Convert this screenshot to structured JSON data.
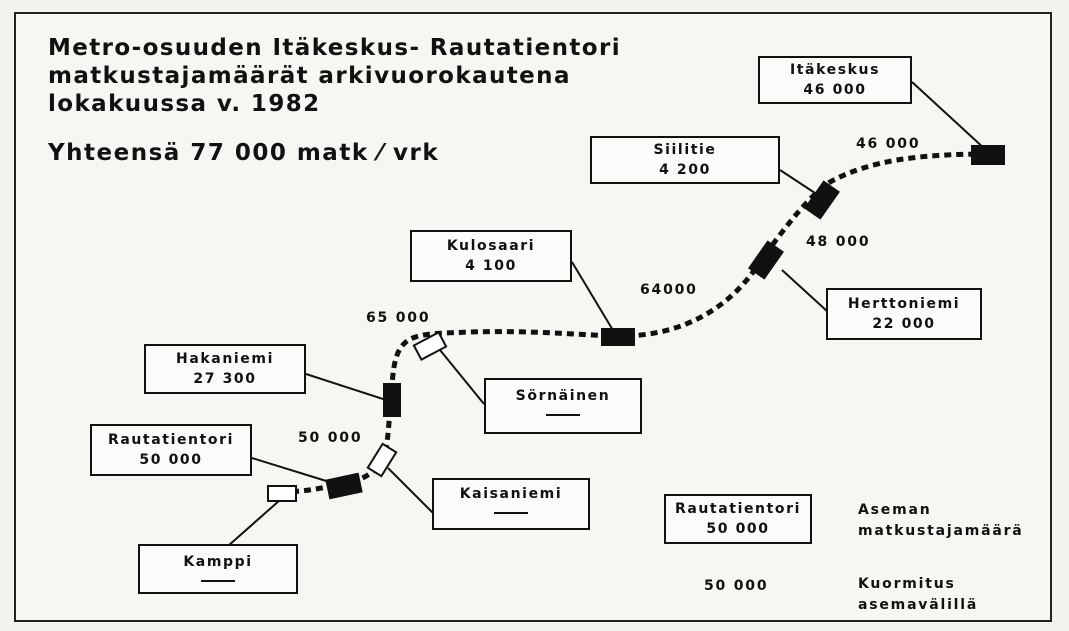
{
  "title": {
    "line1": "Metro-osuuden Itäkeskus- Rautatientori",
    "line2": "matkustajamäärät arkivuorokautena",
    "line3": "lokakuussa  v. 1982"
  },
  "total": "Yhteensä  77 000 matk ⁄ vrk",
  "stations": {
    "itakeskus": {
      "name": "Itäkeskus",
      "value": "46 000"
    },
    "siilitie": {
      "name": "Siilitie",
      "value": "4 200"
    },
    "herttoniemi": {
      "name": "Herttoniemi",
      "value": "22 000"
    },
    "kulosaari": {
      "name": "Kulosaari",
      "value": "4 100"
    },
    "sornainen": {
      "name": "Sörnäinen",
      "value": ""
    },
    "hakaniemi": {
      "name": "Hakaniemi",
      "value": "27 300"
    },
    "kaisaniemi": {
      "name": "Kaisaniemi",
      "value": ""
    },
    "rautatientori": {
      "name": "Rautatientori",
      "value": "50 000"
    },
    "kamppi": {
      "name": "Kamppi",
      "value": ""
    }
  },
  "loads": {
    "itakeskus_siilitie": "46 000",
    "siilitie_herttoniemi": "48 000",
    "herttoniemi_kulosaari": "64000",
    "kulosaari_sornainen": "65 000",
    "hakaniemi_rautatientori": "50 000"
  },
  "legend": {
    "box_name": "Rautatientori",
    "box_value": "50 000",
    "box_desc_1": "Aseman",
    "box_desc_2": "matkustajamäärä",
    "load_value": "50 000",
    "load_desc_1": "Kuormitus",
    "load_desc_2": "asemavälillä"
  }
}
